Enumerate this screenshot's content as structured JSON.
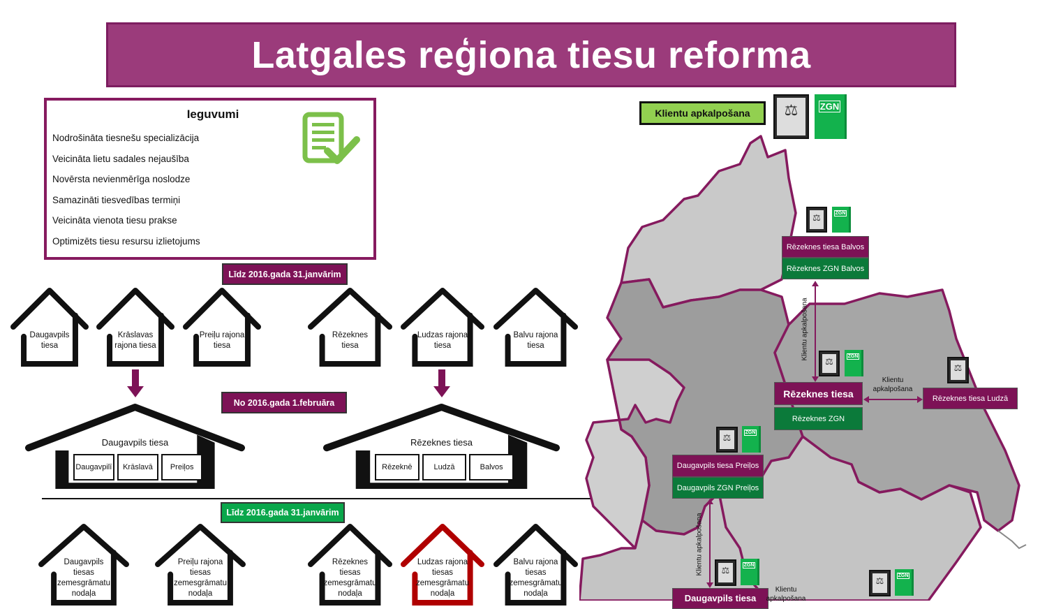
{
  "title": "Latgales reģiona tiesu reforma",
  "benefits": {
    "heading": "Ieguvumi",
    "icon": "checklist-icon",
    "items": [
      "Nodrošināta tiesnešu specializācija",
      "Veicināta lietu sadales nejaušība",
      "Novērsta nevienmērīga noslodze",
      "Samazināti tiesvedības termiņi",
      "Veicināta vienota tiesu prakse",
      "Optimizēts tiesu resursu izlietojums"
    ]
  },
  "courts": {
    "before_label": "Līdz 2016.gada 31.janvārim",
    "after_label": "No 2016.gada 1.februāra",
    "old_courts": [
      "Daugavpils tiesa",
      "Krāslavas rajona tiesa",
      "Preiļu rajona tiesa",
      "Rēzeknes tiesa",
      "Ludzas rajona tiesa",
      "Balvu rajona tiesa"
    ],
    "new_courts": [
      {
        "name": "Daugavpils tiesa",
        "rooms": [
          "Daugavpilī",
          "Krāslavā",
          "Preiļos"
        ]
      },
      {
        "name": "Rēzeknes tiesa",
        "rooms": [
          "Rēzeknē",
          "Ludzā",
          "Balvos"
        ]
      }
    ]
  },
  "land_registry": {
    "before_label": "Līdz 2016.gada 31.janvārim",
    "offices": [
      "Daugavpils tiesas zemesgrāmatu nodaļa",
      "Preiļu rajona tiesas zemesgrāmatu nodaļa",
      "Rēzeknes tiesas zemesgrāmatu nodaļa",
      "Ludzas rajona tiesas zemesgrāmatu nodaļa",
      "Balvu rajona tiesas zemesgrāmatu nodaļa"
    ],
    "highlighted_index": 3
  },
  "map": {
    "legend_button": "Klientu apkalpošana",
    "zgn_label": "ZGN",
    "service_label": "Klientu apkalpošana",
    "boxes": {
      "balvi_court": "Rēzeknes tiesa Balvos",
      "balvi_zgn": "Rēzeknes ZGN Balvos",
      "rezekne_court": "Rēzeknes tiesa",
      "rezekne_zgn": "Rēzeknes ZGN",
      "ludza_court": "Rēzeknes tiesa Ludzā",
      "preili_court": "Daugavpils tiesa Preiļos",
      "preili_zgn": "Daugavpils ZGN Preiļos",
      "daugavpils_court": "Daugavpils tiesa"
    }
  },
  "colors": {
    "brand_purple": "#7d1256",
    "banner": "#9b3b7b",
    "zgn_green": "#0b7a3a",
    "label_green": "#0aa74b",
    "button_green": "#92d050",
    "highlight_red": "#b00000"
  }
}
